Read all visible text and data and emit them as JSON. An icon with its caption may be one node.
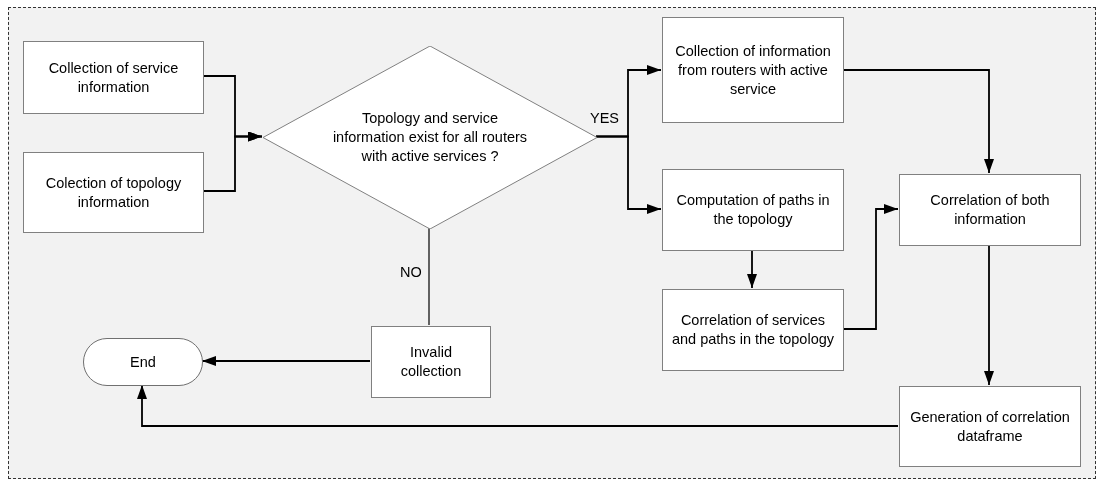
{
  "diagram": {
    "nodes": [
      {
        "text": [],
        "shape": "box"
      },
      {
        "text": [
          "Collection of service information"
        ],
        "in": 0
      },
      {
        "text": [
          "Colection of topology information"
        ],
        "in": 0
      },
      {
        "text": [
          "Topology and service information exist for all routers with active services ?"
        ],
        "in": 0
      },
      {
        "text": [
          "Collection of information from routers with active service"
        ],
        "in": 0
      },
      {
        "text": [
          "Computation of paths in the topology"
        ],
        "in": 0
      },
      {
        "text": [
          "Correlation of services and paths in the topology"
        ],
        "in": 0
      },
      {
        "text": [
          "Correlation of both information"
        ],
        "in": 0
      },
      {
        "text": [
          "Generation of correlation dataframe"
        ],
        "in": 0
      },
      {
        "text": [
          "Invalid collection"
        ],
        "in": 0
      },
      {
        "text": [
          "End"
        ],
        "in": 0
      }
    ],
    "edges": [
      {
        "from": 1,
        "to": 3,
        "arrow": "to"
      },
      {
        "from": 2,
        "to": 3,
        "arrow": "to"
      },
      {
        "from": 3,
        "to": 4,
        "arrow": "to",
        "label": "YES"
      },
      {
        "from": 3,
        "to": 5,
        "arrow": "to"
      },
      {
        "from": 4,
        "to": 7,
        "arrow": "to"
      },
      {
        "from": 5,
        "to": 6,
        "arrow": "to"
      },
      {
        "from": 6,
        "to": 7,
        "arrow": "to"
      },
      {
        "from": 7,
        "to": 8,
        "arrow": "to"
      },
      {
        "from": 3,
        "to": 9,
        "arrow": "none",
        "label": "NO"
      },
      {
        "from": 9,
        "to": 10,
        "arrow": "to"
      },
      {
        "from": 8,
        "to": 10,
        "arrow": "to"
      }
    ]
  }
}
